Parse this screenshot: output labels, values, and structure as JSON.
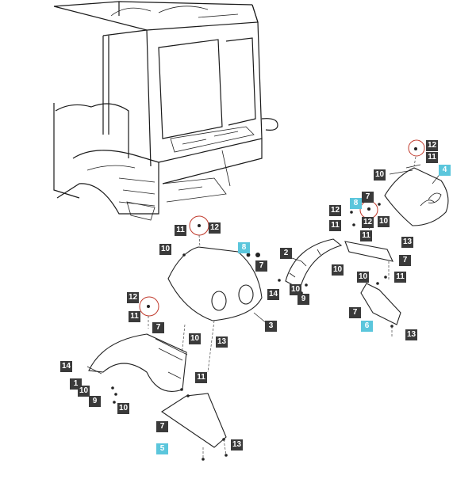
{
  "diagram": {
    "colors": {
      "callout": "#3a3a3a",
      "callout_highlight": "#5bc6dc",
      "detail_circle": "#c0392b",
      "line": "#222222"
    },
    "callouts": [
      {
        "id": "c1",
        "label": "12",
        "highlight": false
      },
      {
        "id": "c2",
        "label": "11",
        "highlight": false
      },
      {
        "id": "c3",
        "label": "10",
        "highlight": false
      },
      {
        "id": "c4",
        "label": "4",
        "highlight": true
      },
      {
        "id": "c5",
        "label": "7",
        "highlight": false
      },
      {
        "id": "c6",
        "label": "8",
        "highlight": true
      },
      {
        "id": "c7",
        "label": "12",
        "highlight": false
      },
      {
        "id": "c8",
        "label": "12",
        "highlight": false
      },
      {
        "id": "c9",
        "label": "10",
        "highlight": false
      },
      {
        "id": "c10",
        "label": "11",
        "highlight": false
      },
      {
        "id": "c11",
        "label": "11",
        "highlight": false
      },
      {
        "id": "c12",
        "label": "13",
        "highlight": false
      },
      {
        "id": "c13",
        "label": "7",
        "highlight": false
      },
      {
        "id": "c14",
        "label": "2",
        "highlight": false
      },
      {
        "id": "c15",
        "label": "10",
        "highlight": false
      },
      {
        "id": "c16",
        "label": "10",
        "highlight": false
      },
      {
        "id": "c17",
        "label": "11",
        "highlight": false
      },
      {
        "id": "c18",
        "label": "7",
        "highlight": false
      },
      {
        "id": "c19",
        "label": "6",
        "highlight": true
      },
      {
        "id": "c20",
        "label": "13",
        "highlight": false
      },
      {
        "id": "c21",
        "label": "11",
        "highlight": false
      },
      {
        "id": "c22",
        "label": "12",
        "highlight": false
      },
      {
        "id": "c23",
        "label": "10",
        "highlight": false
      },
      {
        "id": "c24",
        "label": "8",
        "highlight": true
      },
      {
        "id": "c25",
        "label": "7",
        "highlight": false
      },
      {
        "id": "c26",
        "label": "14",
        "highlight": false
      },
      {
        "id": "c27",
        "label": "10",
        "highlight": false
      },
      {
        "id": "c28",
        "label": "9",
        "highlight": false
      },
      {
        "id": "c29",
        "label": "3",
        "highlight": false
      },
      {
        "id": "c30",
        "label": "12",
        "highlight": false
      },
      {
        "id": "c31",
        "label": "11",
        "highlight": false
      },
      {
        "id": "c32",
        "label": "7",
        "highlight": false
      },
      {
        "id": "c33",
        "label": "10",
        "highlight": false
      },
      {
        "id": "c34",
        "label": "13",
        "highlight": false
      },
      {
        "id": "c35",
        "label": "14",
        "highlight": false
      },
      {
        "id": "c36",
        "label": "1",
        "highlight": false
      },
      {
        "id": "c37",
        "label": "10",
        "highlight": false
      },
      {
        "id": "c38",
        "label": "9",
        "highlight": false
      },
      {
        "id": "c39",
        "label": "11",
        "highlight": false
      },
      {
        "id": "c40",
        "label": "10",
        "highlight": false
      },
      {
        "id": "c41",
        "label": "7",
        "highlight": false
      },
      {
        "id": "c42",
        "label": "5",
        "highlight": true
      },
      {
        "id": "c43",
        "label": "13",
        "highlight": false
      }
    ]
  }
}
